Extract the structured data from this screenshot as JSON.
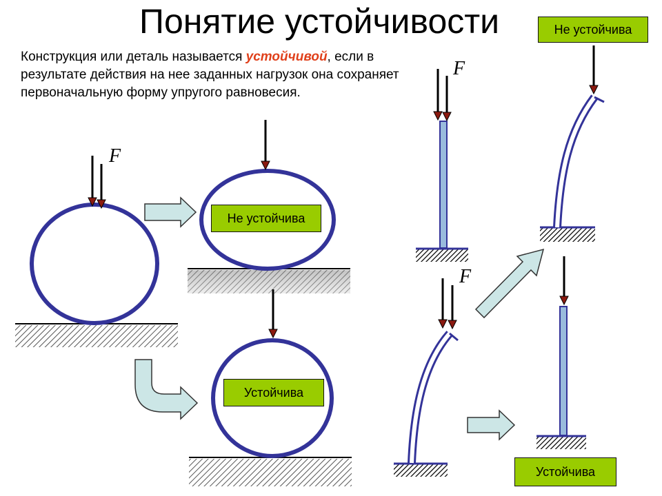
{
  "title": "Понятие устойчивости",
  "definition": {
    "before": " Конструкция или деталь называется ",
    "highlight": "устойчивой",
    "after": ", если в результате действия на нее заданных нагрузок она сохраняет первоначальную форму упругого равновесия."
  },
  "badges": {
    "ring_unstable": "Не устойчива",
    "ring_stable": "Устойчива",
    "rod_unstable": "Не устойчива",
    "rod_stable": "Устойчива"
  },
  "force_label": "F",
  "colors": {
    "ring": "#333399",
    "rod_fill": "#99bbdd",
    "force_arrow": "#8b1a10",
    "transition_arrow_fill": "#cce6e6",
    "badge": "#99cc00",
    "highlight": "#e0401b"
  }
}
